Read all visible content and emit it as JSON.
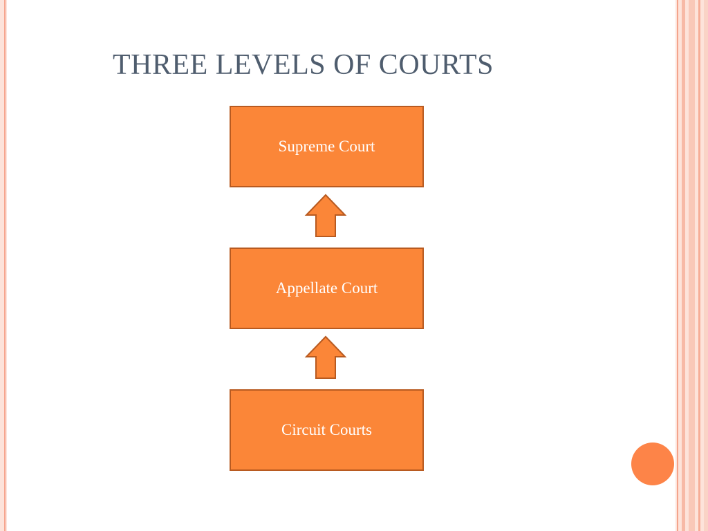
{
  "slide": {
    "title": "THREE LEVELS OF COURTS"
  },
  "diagram": {
    "nodes": [
      {
        "label": "Supreme Court"
      },
      {
        "label": "Appellate Court"
      },
      {
        "label": "Circuit Courts"
      }
    ],
    "edges": [
      {
        "from": "Appellate Court",
        "to": "Supreme Court",
        "type": "up-arrow"
      },
      {
        "from": "Circuit Courts",
        "to": "Appellate Court",
        "type": "up-arrow"
      }
    ]
  },
  "colors": {
    "box_fill": "#fb8638",
    "box_border": "#b85a20",
    "box_text": "#ffffff",
    "title_text": "#4f5d6e",
    "accent_circle": "#fd8448",
    "border_pink": "#fde3da"
  }
}
